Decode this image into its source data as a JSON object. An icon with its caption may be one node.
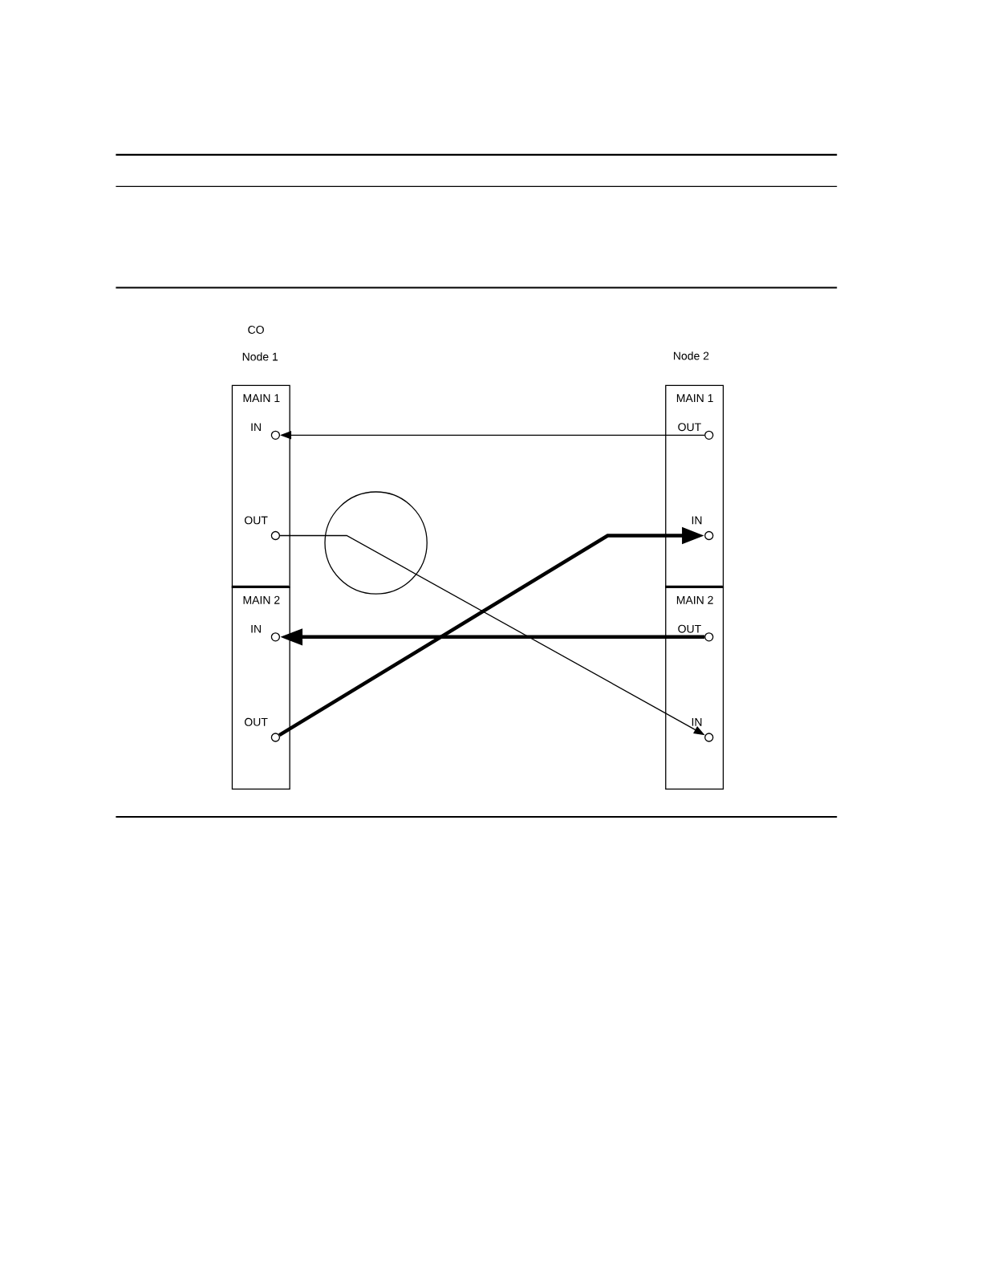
{
  "diagram": {
    "nodes": [
      {
        "text": [
          "MAIN 1"
        ]
      },
      {
        "text": [],
        "shape": "circle",
        "in": 0,
        "beside": [
          "IN"
        ]
      },
      {
        "text": [],
        "shape": "circle",
        "in": 0,
        "beside": [
          "OUT"
        ]
      },
      {
        "text": [
          "MAIN 2"
        ]
      },
      {
        "text": [],
        "shape": "circle",
        "in": 3,
        "beside": [
          "IN"
        ]
      },
      {
        "text": [],
        "shape": "circle",
        "in": 3,
        "beside": [
          "OUT"
        ]
      },
      {
        "text": [
          "MAIN 1"
        ]
      },
      {
        "text": [],
        "shape": "circle",
        "in": 6,
        "beside": [
          "OUT"
        ]
      },
      {
        "text": [],
        "shape": "circle",
        "in": 6,
        "beside": [
          "IN"
        ]
      },
      {
        "text": [
          "MAIN 2"
        ]
      },
      {
        "text": [],
        "shape": "circle",
        "in": 9,
        "beside": [
          "OUT"
        ]
      },
      {
        "text": [],
        "shape": "circle",
        "in": 9,
        "beside": [
          "IN"
        ]
      }
    ],
    "edges": [
      {
        "from": 7,
        "to": 1,
        "arrow": "to"
      },
      {
        "from": 2,
        "to": 11,
        "arrow": "to"
      },
      {
        "from": 5,
        "to": 8,
        "arrow": "to",
        "style": "thick"
      },
      {
        "from": 10,
        "to": 4,
        "arrow": "to",
        "style": "thick"
      }
    ],
    "labels": [
      "CO",
      "Node 1",
      "Node 2"
    ]
  }
}
